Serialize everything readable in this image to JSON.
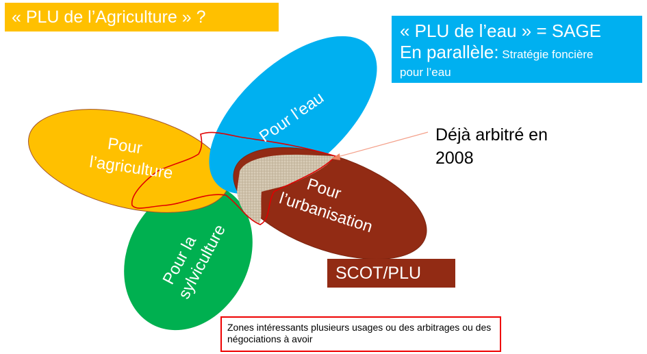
{
  "title": "« PLU de l’Agriculture  » ?",
  "water_box": {
    "line1": "« PLU de l’eau » = SAGE",
    "line2_big": "En parallèle:",
    "line2_small": " Stratégie foncière",
    "line3": "pour l’eau"
  },
  "petals": {
    "agriculture": [
      "Pour",
      "l’agriculture"
    ],
    "eau": [
      "Pour l’eau"
    ],
    "urbanisation": [
      "Pour",
      "l’urbanisation"
    ],
    "sylviculture": [
      "Pour la",
      "sylviculture"
    ]
  },
  "annotation": [
    "Déjà arbitré en",
    "2008"
  ],
  "scot_label": "SCOT/PLU",
  "zones_note": "Zones intéressants plusieurs usages ou des arbitrages ou des négociations à avoir",
  "colors": {
    "agriculture": "#ffc000",
    "eau": "#00b0f0",
    "urbanisation": "#922b14",
    "sylviculture": "#00b050",
    "outline": "#e00000"
  }
}
